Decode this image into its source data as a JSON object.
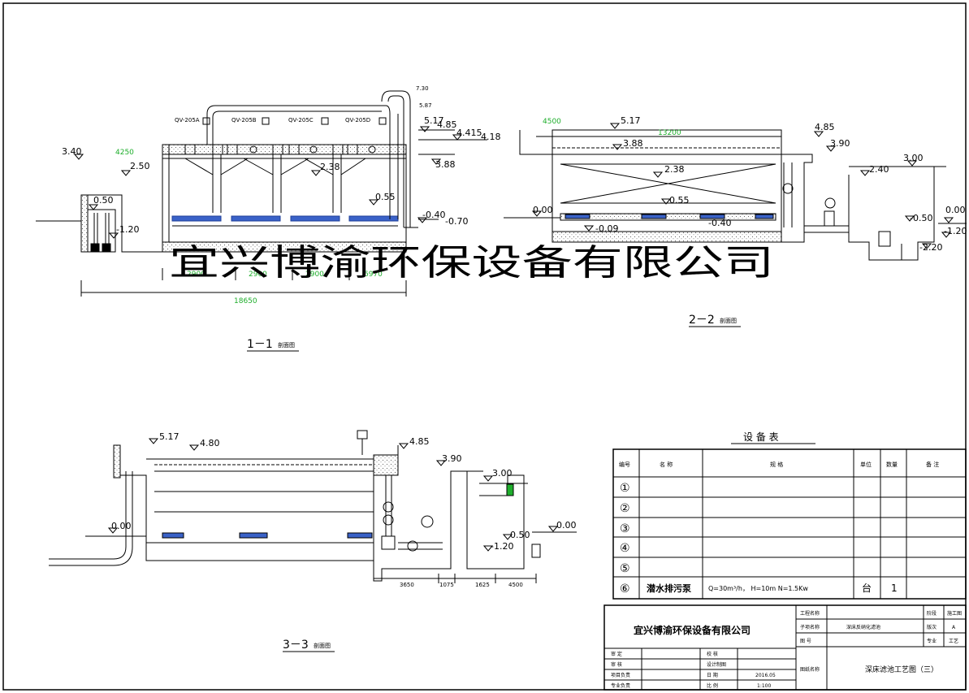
{
  "watermark": "宜兴博渝环保设备有限公司",
  "sections": {
    "s11": {
      "title": "1－1",
      "title_suffix": "剖面图",
      "valves": [
        "QV-205A",
        "QV-205B",
        "QV-205C",
        "QV-205D"
      ],
      "elevations": [
        "3.40",
        "2.50",
        "0.50",
        "-1.20",
        "2.38",
        "0.55",
        "5.17",
        "4.85",
        "4.415",
        "4.18",
        "3.88",
        "-0.40",
        "-0.70",
        "7.30",
        "5.87"
      ],
      "dims_green": [
        "4250",
        "2900",
        "2900",
        "2900",
        "6970"
      ],
      "dim_total": "18650"
    },
    "s22": {
      "title": "2－2",
      "title_suffix": "剖面图",
      "elevations": [
        "5.17",
        "4.85",
        "3.90",
        "3.88",
        "2.38",
        "0.55",
        "0.00",
        "-0.09",
        "-0.40",
        "3.00",
        "2.40",
        "-0.50",
        "-2.20",
        "0.00",
        "-1.20"
      ],
      "dims_green": [
        "4500",
        "13200"
      ]
    },
    "s33": {
      "title": "3－3",
      "title_suffix": "剖面图",
      "elevations": [
        "5.17",
        "4.80",
        "4.85",
        "3.90",
        "3.00",
        "0.00",
        "0.50",
        "-1.20",
        "0.00"
      ],
      "dims": [
        "3650",
        "1075",
        "1625",
        "4500"
      ]
    }
  },
  "equipment_table": {
    "title": "设 备 表",
    "headers": [
      "编号",
      "名 称",
      "规 格",
      "单位",
      "数量",
      "备 注"
    ],
    "rows": [
      {
        "no": "①",
        "name": "",
        "spec": "",
        "unit": "",
        "qty": "",
        "note": ""
      },
      {
        "no": "②",
        "name": "",
        "spec": "",
        "unit": "",
        "qty": "",
        "note": ""
      },
      {
        "no": "③",
        "name": "",
        "spec": "",
        "unit": "",
        "qty": "",
        "note": ""
      },
      {
        "no": "④",
        "name": "",
        "spec": "",
        "unit": "",
        "qty": "",
        "note": ""
      },
      {
        "no": "⑤",
        "name": "",
        "spec": "",
        "unit": "",
        "qty": "",
        "note": ""
      },
      {
        "no": "⑥",
        "name": "潜水排污泵",
        "spec": "Q=30m³/h， H=10m   N=1.5Kw",
        "unit": "台",
        "qty": "1",
        "note": ""
      }
    ]
  },
  "title_block": {
    "company": "宜兴博渝环保设备有限公司",
    "project_label": "工程名称",
    "project_value": "",
    "subitem_label": "子项名称",
    "subitem_value": "深床反硝化滤池",
    "drawing_no_label": "图 号",
    "stage_label": "阶段",
    "stage_value": "施工图",
    "version_label": "版次",
    "version_value": "A",
    "discipline_label": "专业",
    "discipline_value": "工艺",
    "drawing_name_label": "图纸名称",
    "drawing_name_value": "深床滤池工艺图（三）",
    "approve": "审 定",
    "review": "审 核",
    "lead": "项目负责",
    "specialist": "专业负责",
    "check": "校 核",
    "design": "设计制图",
    "date_label": "日 期",
    "date_value": "2016.05",
    "scale_label": "比 例",
    "scale_value": "1:100"
  }
}
